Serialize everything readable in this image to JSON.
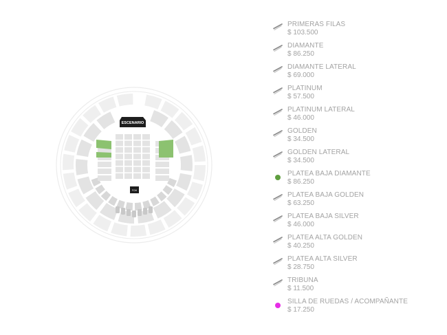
{
  "map": {
    "stage_label": "ESCENARIO",
    "foh_label": "FOH",
    "available_color": "#8cc270",
    "unavailable_color": "#e3e3e3"
  },
  "categories": [
    {
      "name": "PRIMERAS FILAS",
      "price": "$ 103.500",
      "status": "sold-out",
      "marker": "sold-out-icon"
    },
    {
      "name": "DIAMANTE",
      "price": "$ 86.250",
      "status": "sold-out",
      "marker": "sold-out-icon"
    },
    {
      "name": "DIAMANTE LATERAL",
      "price": "$ 69.000",
      "status": "sold-out",
      "marker": "sold-out-icon"
    },
    {
      "name": "PLATINUM",
      "price": "$ 57.500",
      "status": "sold-out",
      "marker": "sold-out-icon"
    },
    {
      "name": "PLATINUM LATERAL",
      "price": "$ 46.000",
      "status": "sold-out",
      "marker": "sold-out-icon"
    },
    {
      "name": "GOLDEN",
      "price": "$ 34.500",
      "status": "sold-out",
      "marker": "sold-out-icon"
    },
    {
      "name": "GOLDEN LATERAL",
      "price": "$ 34.500",
      "status": "sold-out",
      "marker": "sold-out-icon"
    },
    {
      "name": "PLATEA BAJA DIAMANTE",
      "price": "$ 86.250",
      "status": "available",
      "marker": "green-dot-icon",
      "color": "#5f9e3f"
    },
    {
      "name": "PLATEA BAJA GOLDEN",
      "price": "$ 63.250",
      "status": "sold-out",
      "marker": "sold-out-icon"
    },
    {
      "name": "PLATEA BAJA SILVER",
      "price": "$ 46.000",
      "status": "sold-out",
      "marker": "sold-out-icon"
    },
    {
      "name": "PLATEA ALTA GOLDEN",
      "price": "$ 40.250",
      "status": "sold-out",
      "marker": "sold-out-icon"
    },
    {
      "name": "PLATEA ALTA SILVER",
      "price": "$ 28.750",
      "status": "sold-out",
      "marker": "sold-out-icon"
    },
    {
      "name": "TRIBUNA",
      "price": "$ 11.500",
      "status": "sold-out",
      "marker": "sold-out-icon"
    },
    {
      "name": "SILLA DE RUEDAS / ACOMPAÑANTE",
      "price": "$ 17.250",
      "status": "available",
      "marker": "magenta-dot-icon",
      "color": "#e62ee6"
    }
  ]
}
